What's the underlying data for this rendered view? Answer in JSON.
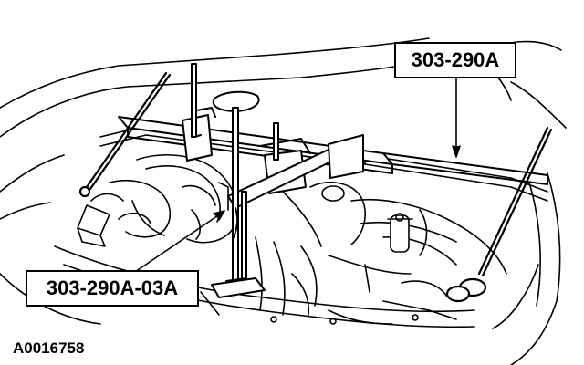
{
  "callouts": {
    "tool_main": "303-290A",
    "tool_sub": "303-290A-03A"
  },
  "figure_id": "A0016758",
  "colors": {
    "line": "#000000",
    "background": "#ffffff"
  }
}
